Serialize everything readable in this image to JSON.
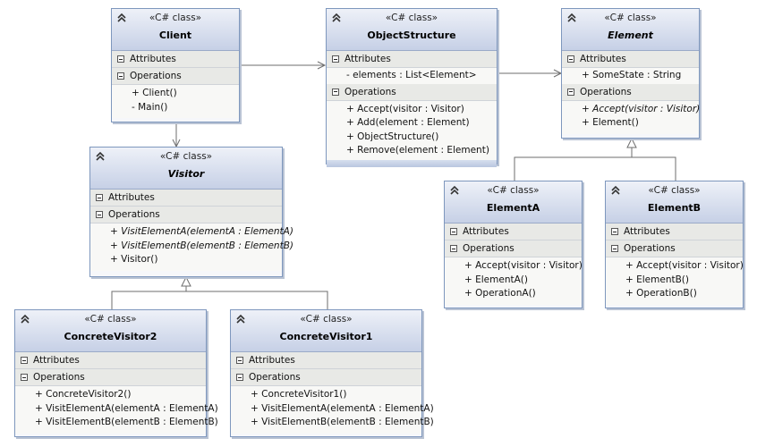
{
  "stereotype": "«C# class»",
  "labels": {
    "attributes": "Attributes",
    "operations": "Operations"
  },
  "classes": {
    "client": {
      "name": "Client",
      "attributes": [],
      "operations": [
        "+ Client()",
        "- Main()"
      ]
    },
    "object_structure": {
      "name": "ObjectStructure",
      "attributes": [
        "- elements : List<Element>"
      ],
      "operations": [
        "+ Accept(visitor : Visitor)",
        "+ Add(element : Element)",
        "+ ObjectStructure()",
        "+ Remove(element : Element)"
      ]
    },
    "element": {
      "name": "Element",
      "attributes": [
        "+ SomeState : String"
      ],
      "operations": [
        "+ Accept(visitor : Visitor)",
        "+ Element()"
      ]
    },
    "visitor": {
      "name": "Visitor",
      "attributes": [],
      "operations": [
        "+ VisitElementA(elementA : ElementA)",
        "+ VisitElementB(elementB : ElementB)",
        "+ Visitor()"
      ]
    },
    "element_a": {
      "name": "ElementA",
      "attributes": [],
      "operations": [
        "+ Accept(visitor : Visitor)",
        "+ ElementA()",
        "+ OperationA()"
      ]
    },
    "element_b": {
      "name": "ElementB",
      "attributes": [],
      "operations": [
        "+ Accept(visitor : Visitor)",
        "+ ElementB()",
        "+ OperationB()"
      ]
    },
    "concrete_visitor2": {
      "name": "ConcreteVisitor2",
      "attributes": [],
      "operations": [
        "+ ConcreteVisitor2()",
        "+ VisitElementA(elementA : ElementA)",
        "+ VisitElementB(elementB : ElementB)"
      ]
    },
    "concrete_visitor1": {
      "name": "ConcreteVisitor1",
      "attributes": [],
      "operations": [
        "+ ConcreteVisitor1()",
        "+ VisitElementA(elementA : ElementA)",
        "+ VisitElementB(elementB : ElementB)"
      ]
    }
  }
}
